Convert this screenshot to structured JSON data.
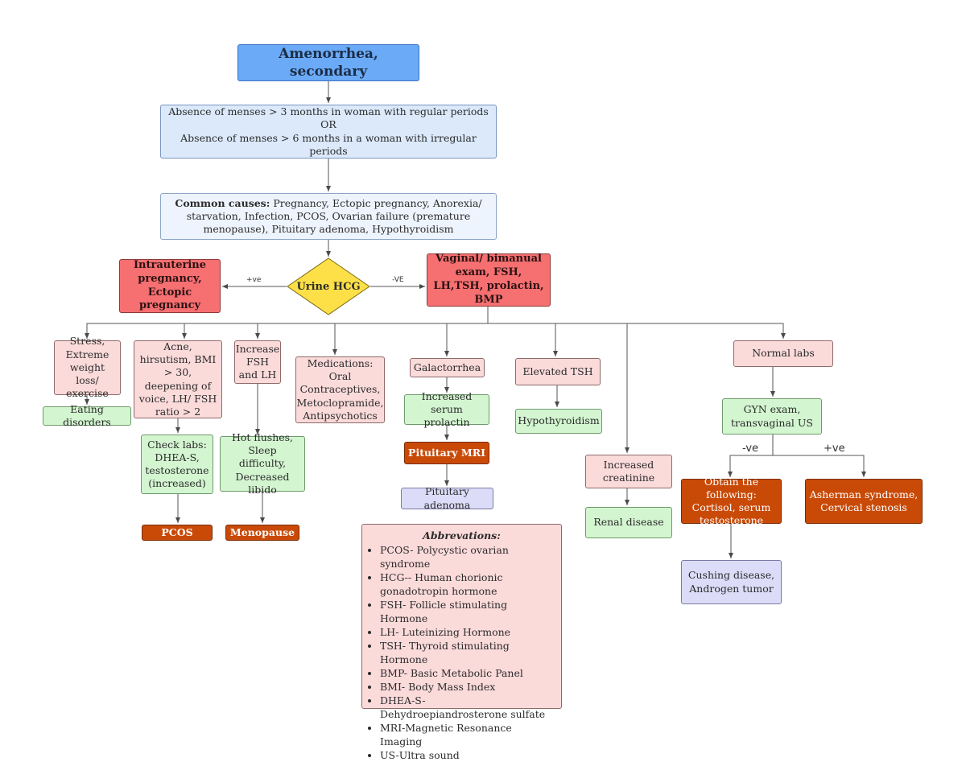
{
  "title": "Amenorrhea, secondary",
  "definition": {
    "line1": "Absence of menses > 3 months in woman with regular periods",
    "line2": "OR",
    "line3": "Absence of menses > 6 months in a woman with irregular periods"
  },
  "common_causes": {
    "lead": "Common causes:",
    "text": " Pregnancy, Ectopic pregnancy, Anorexia/ starvation, Infection, PCOS, Ovarian failure (premature menopause), Pituitary adenoma, Hypothyroidism"
  },
  "decision": {
    "label": "Urine HCG",
    "positive_label": "+ve",
    "negative_label": "-VE"
  },
  "positive_result": "Intrauterine pregnancy, Ectopic pregnancy",
  "negative_result": "Vaginal/ bimanual exam, FSH, LH,TSH, prolactin, BMP",
  "branches": {
    "stress": "Stress, Extreme weight loss/ exercise",
    "eating_disorders": "Eating disorders",
    "acne": "Acne, hirsutism, BMI > 30, deepening of voice, LH/ FSH ratio > 2",
    "check_labs": "Check labs: DHEA-S, testosterone (increased)",
    "pcos": "PCOS",
    "increase_fsh": "Increase FSH and LH",
    "hot_flushes": "Hot flushes, Sleep difficulty, Decreased libido",
    "menopause": "Menopause",
    "medications": "Medications: Oral Contraceptives, Metoclopramide, Antipsychotics",
    "galactorrhea": "Galactorrhea",
    "increased_prolactin": "Increased serum prolactin",
    "pituitary_mri": "Pituitary MRI",
    "pituitary_adenoma": "Pituitary adenoma",
    "elevated_tsh": "Elevated TSH",
    "hypothyroidism": "Hypothyroidism",
    "increased_creatinine": "Increased creatinine",
    "renal_disease": "Renal disease",
    "normal_labs": "Normal labs",
    "gyn_exam": "GYN exam, transvaginal US",
    "gyn_negative_label": "-ve",
    "gyn_positive_label": "+ve",
    "obtain": "Obtain the following: Cortisol, serum testosterone",
    "asherman": "Asherman syndrome, Cervical stenosis",
    "cushing": "Cushing disease, Androgen tumor"
  },
  "abbreviations": {
    "title": "Abbrevations:",
    "items": [
      "PCOS- Polycystic ovarian syndrome",
      "HCG-- Human  chorionic gonadotropin hormone",
      "FSH- Follicle  stimulating Hormone",
      "LH- Luteinizing Hormone",
      "TSH- Thyroid stimulating Hormone",
      "BMP- Basic Metabolic Panel",
      "BMI- Body Mass Index",
      "DHEA-S- Dehydroepiandrosterone sulfate",
      "MRI-Magnetic Resonance Imaging",
      "US-Ultra sound"
    ]
  },
  "colors": {
    "title_fill": "#6aaaf6",
    "result_fill": "#f66f71",
    "decision_fill": "#fde047",
    "pink_fill": "#fbdada",
    "green_fill": "#d3f5d0",
    "orange_fill": "#c94a07",
    "lavender_fill": "#dcdcf8"
  }
}
